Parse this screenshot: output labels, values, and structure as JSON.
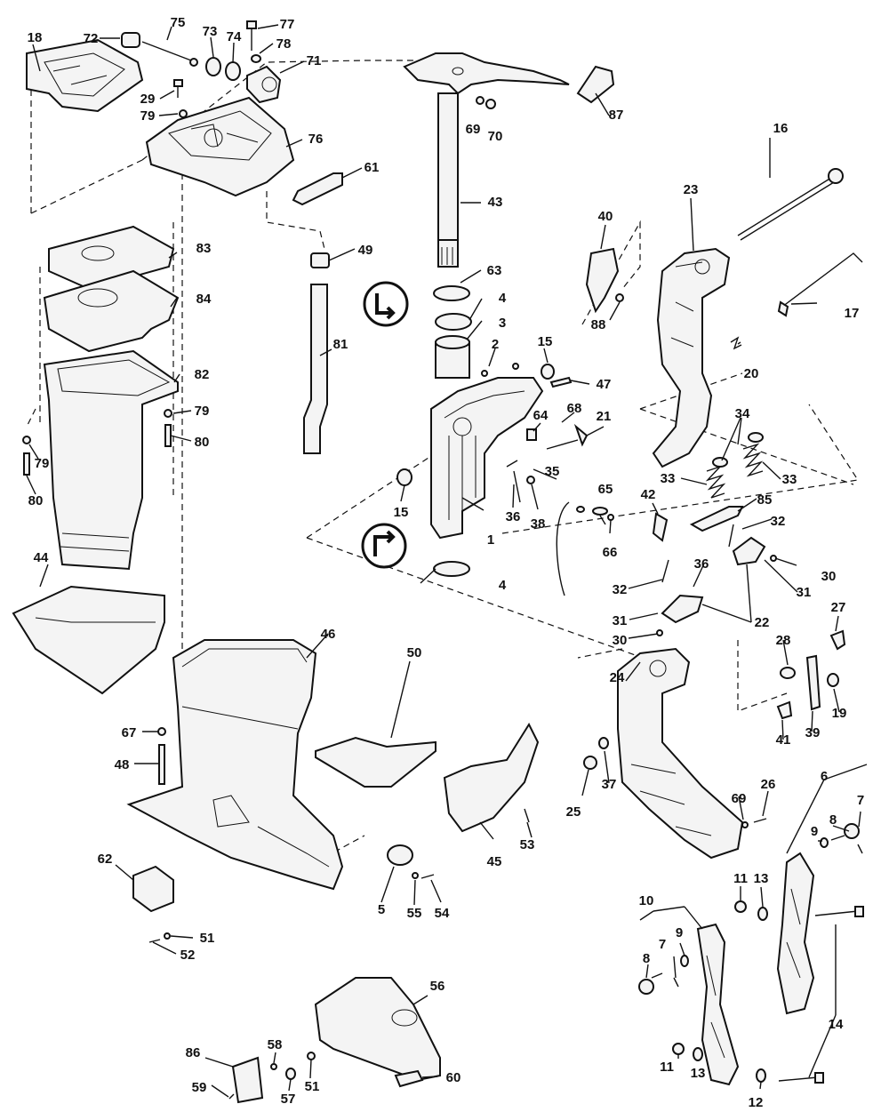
{
  "callouts": [
    "1",
    "2",
    "3",
    "4",
    "5",
    "6",
    "7",
    "8",
    "9",
    "10",
    "11",
    "12",
    "13",
    "14",
    "15",
    "16",
    "17",
    "18",
    "19",
    "20",
    "21",
    "22",
    "23",
    "24",
    "25",
    "26",
    "27",
    "28",
    "29",
    "30",
    "31",
    "32",
    "33",
    "34",
    "35",
    "36",
    "37",
    "38",
    "39",
    "40",
    "41",
    "42",
    "43",
    "44",
    "45",
    "46",
    "47",
    "48",
    "49",
    "50",
    "51",
    "52",
    "53",
    "54",
    "55",
    "56",
    "57",
    "58",
    "59",
    "60",
    "61",
    "62",
    "63",
    "64",
    "65",
    "66",
    "67",
    "68",
    "69",
    "70",
    "71",
    "72",
    "73",
    "74",
    "75",
    "76",
    "77",
    "78",
    "79",
    "80",
    "81",
    "82",
    "83",
    "84",
    "85",
    "86",
    "87",
    "88"
  ],
  "colors": {
    "ink": "#111111",
    "paper": "#ffffff",
    "fill": "#f4f4f4"
  }
}
